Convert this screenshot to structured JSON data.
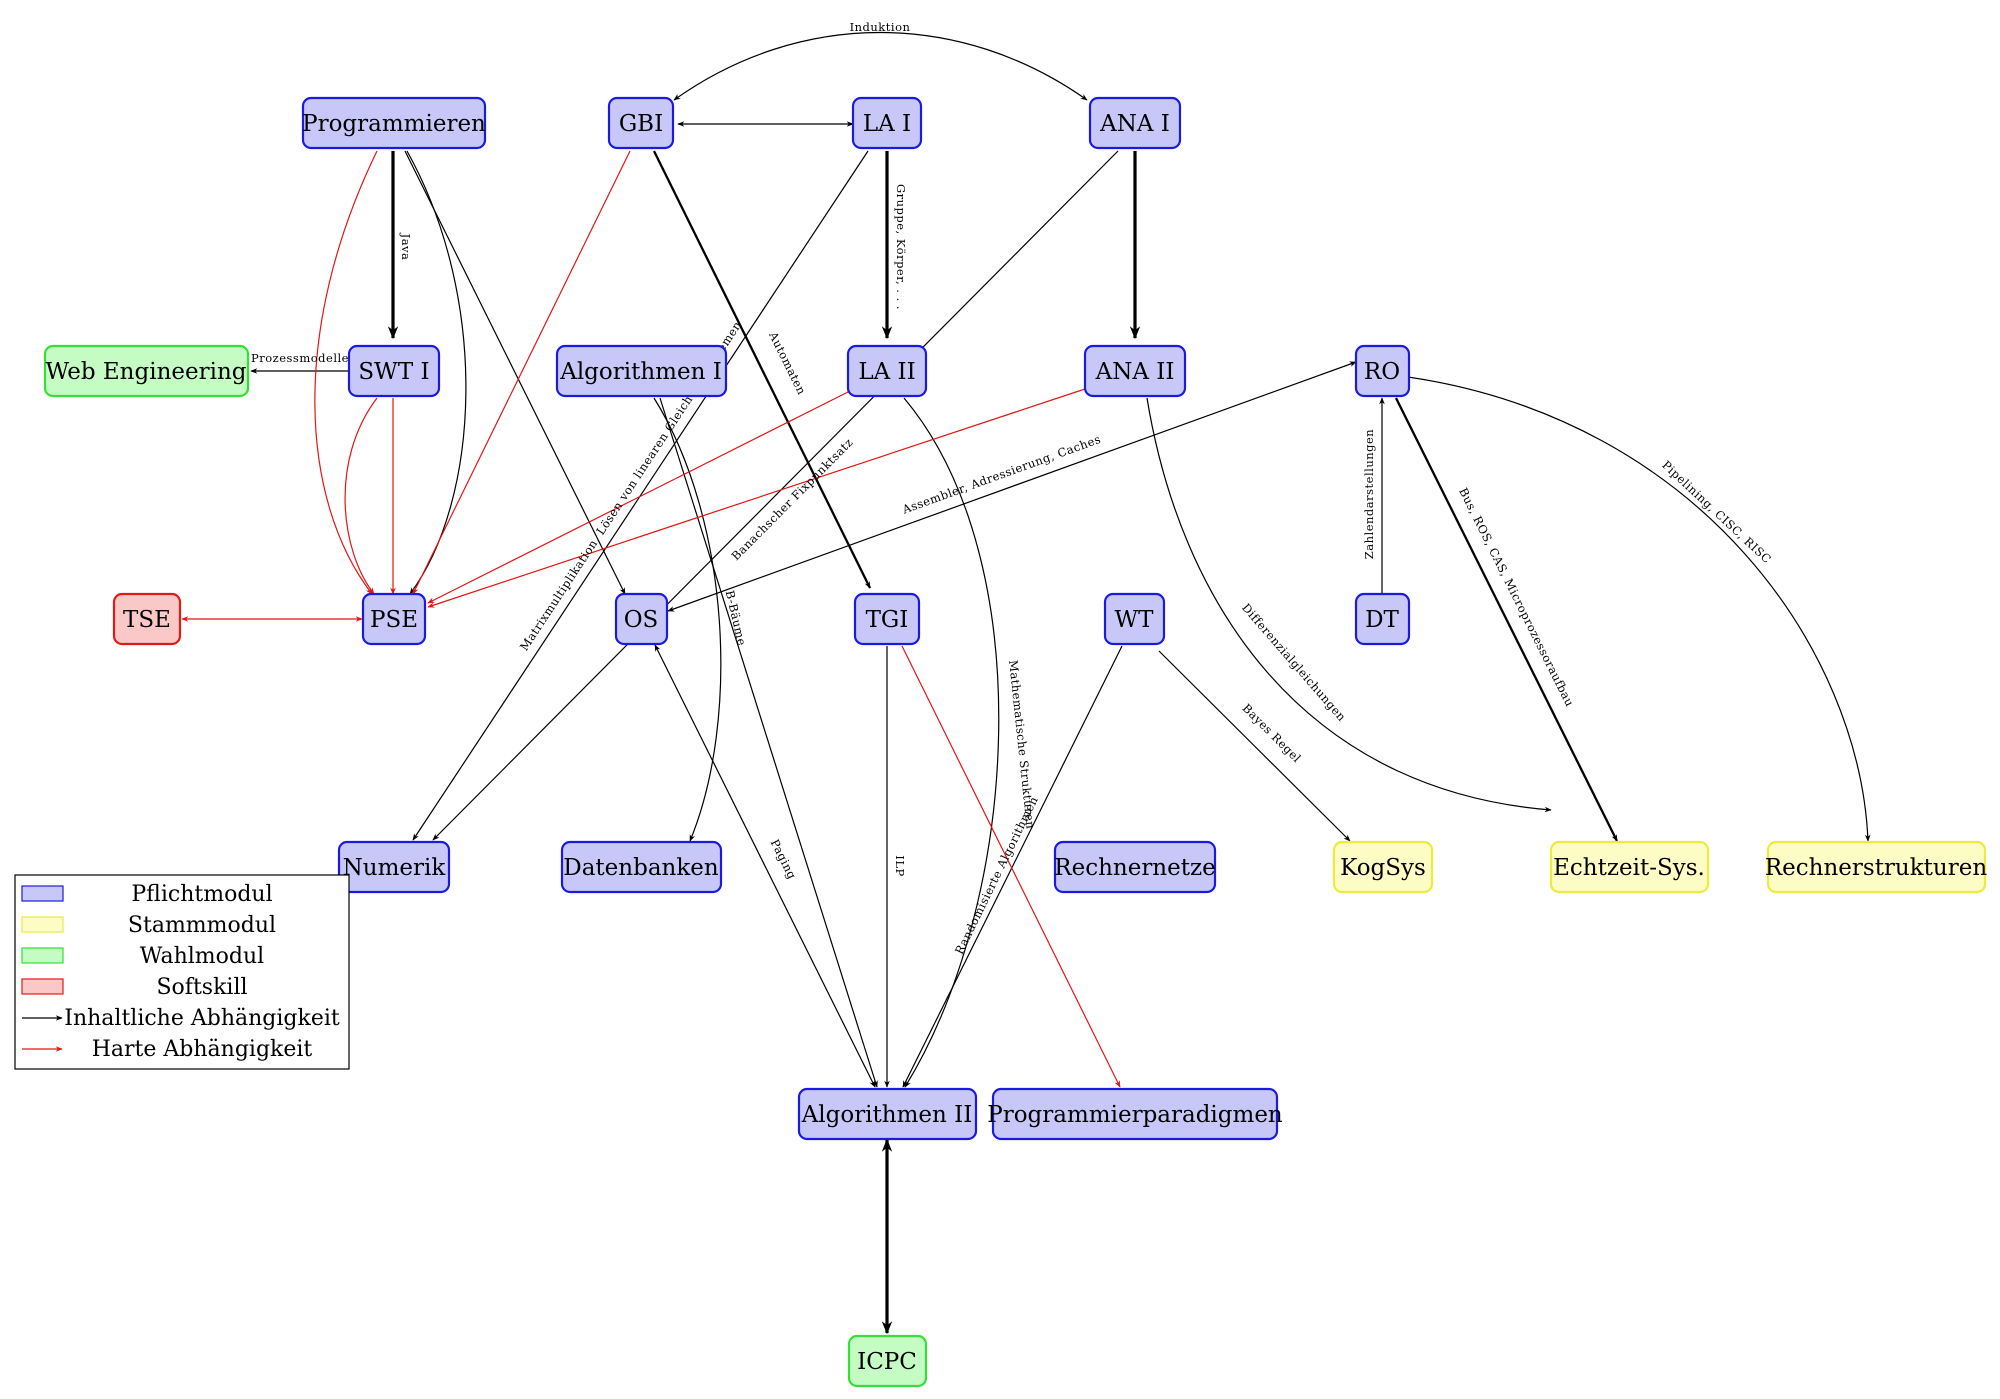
{
  "colors": {
    "pflicht_fill": "#c8c8f8",
    "pflicht_stroke": "#1a1ae0",
    "stamm_fill": "#fdfcc4",
    "stamm_stroke": "#ecec3a",
    "wahl_fill": "#c4fcc4",
    "wahl_stroke": "#33e033",
    "soft_fill": "#fbc8c8",
    "soft_stroke": "#e01a1a",
    "content_edge": "#000000",
    "hard_edge": "#e31515"
  },
  "nodes": {
    "programmieren": "Programmieren",
    "gbi": "GBI",
    "la1": "LA I",
    "ana1": "ANA I",
    "web": "Web Engineering",
    "swt1": "SWT I",
    "algo1": "Algorithmen I",
    "la2": "LA II",
    "ana2": "ANA II",
    "ro": "RO",
    "tse": "TSE",
    "pse": "PSE",
    "os": "OS",
    "tgi": "TGI",
    "wt": "WT",
    "dt": "DT",
    "numerik": "Numerik",
    "datenbanken": "Datenbanken",
    "rechnernetze": "Rechnernetze",
    "kogsys": "KogSys",
    "echtzeit": "Echtzeit-Sys.",
    "rechnerstrukturen": "Rechnerstrukturen",
    "algo2": "Algorithmen II",
    "paradigmen": "Programmierparadigmen",
    "icpc": "ICPC"
  },
  "edge_labels": {
    "induktion": "Induktion",
    "java": "Java",
    "gruppe": "Gruppe, Körper, . . .",
    "prozessmodelle": "Prozessmodelle",
    "automaten": "Automaten",
    "matrix": "Matrixmultiplikation, Lösen von linearen Gleichungssystemen",
    "banach": "Banachscher Fixpunktsatz",
    "assembler": "Assembler, Adressierung, Caches",
    "zahlen": "Zahlendarstellungen",
    "bus": "Bus, ROS, CAS, Microprozessoraufbau",
    "pipelining": "Pipelining, CISC, RISC",
    "baeume": "B-Bäume",
    "diffgl": "Differenzialgleichungen",
    "mathstruk": "Mathematische Strukturen",
    "bayes": "Bayes Regel",
    "paging": "Paging",
    "ilp": "ILP",
    "rand": "Randomisierte Algorithmen"
  },
  "legend": {
    "pflicht": "Pflichtmodul",
    "stamm": "Stammmodul",
    "wahl": "Wahlmodul",
    "soft": "Softskill",
    "content": "Inhaltliche Abhängigkeit",
    "hard": "Harte Abhängigkeit"
  }
}
